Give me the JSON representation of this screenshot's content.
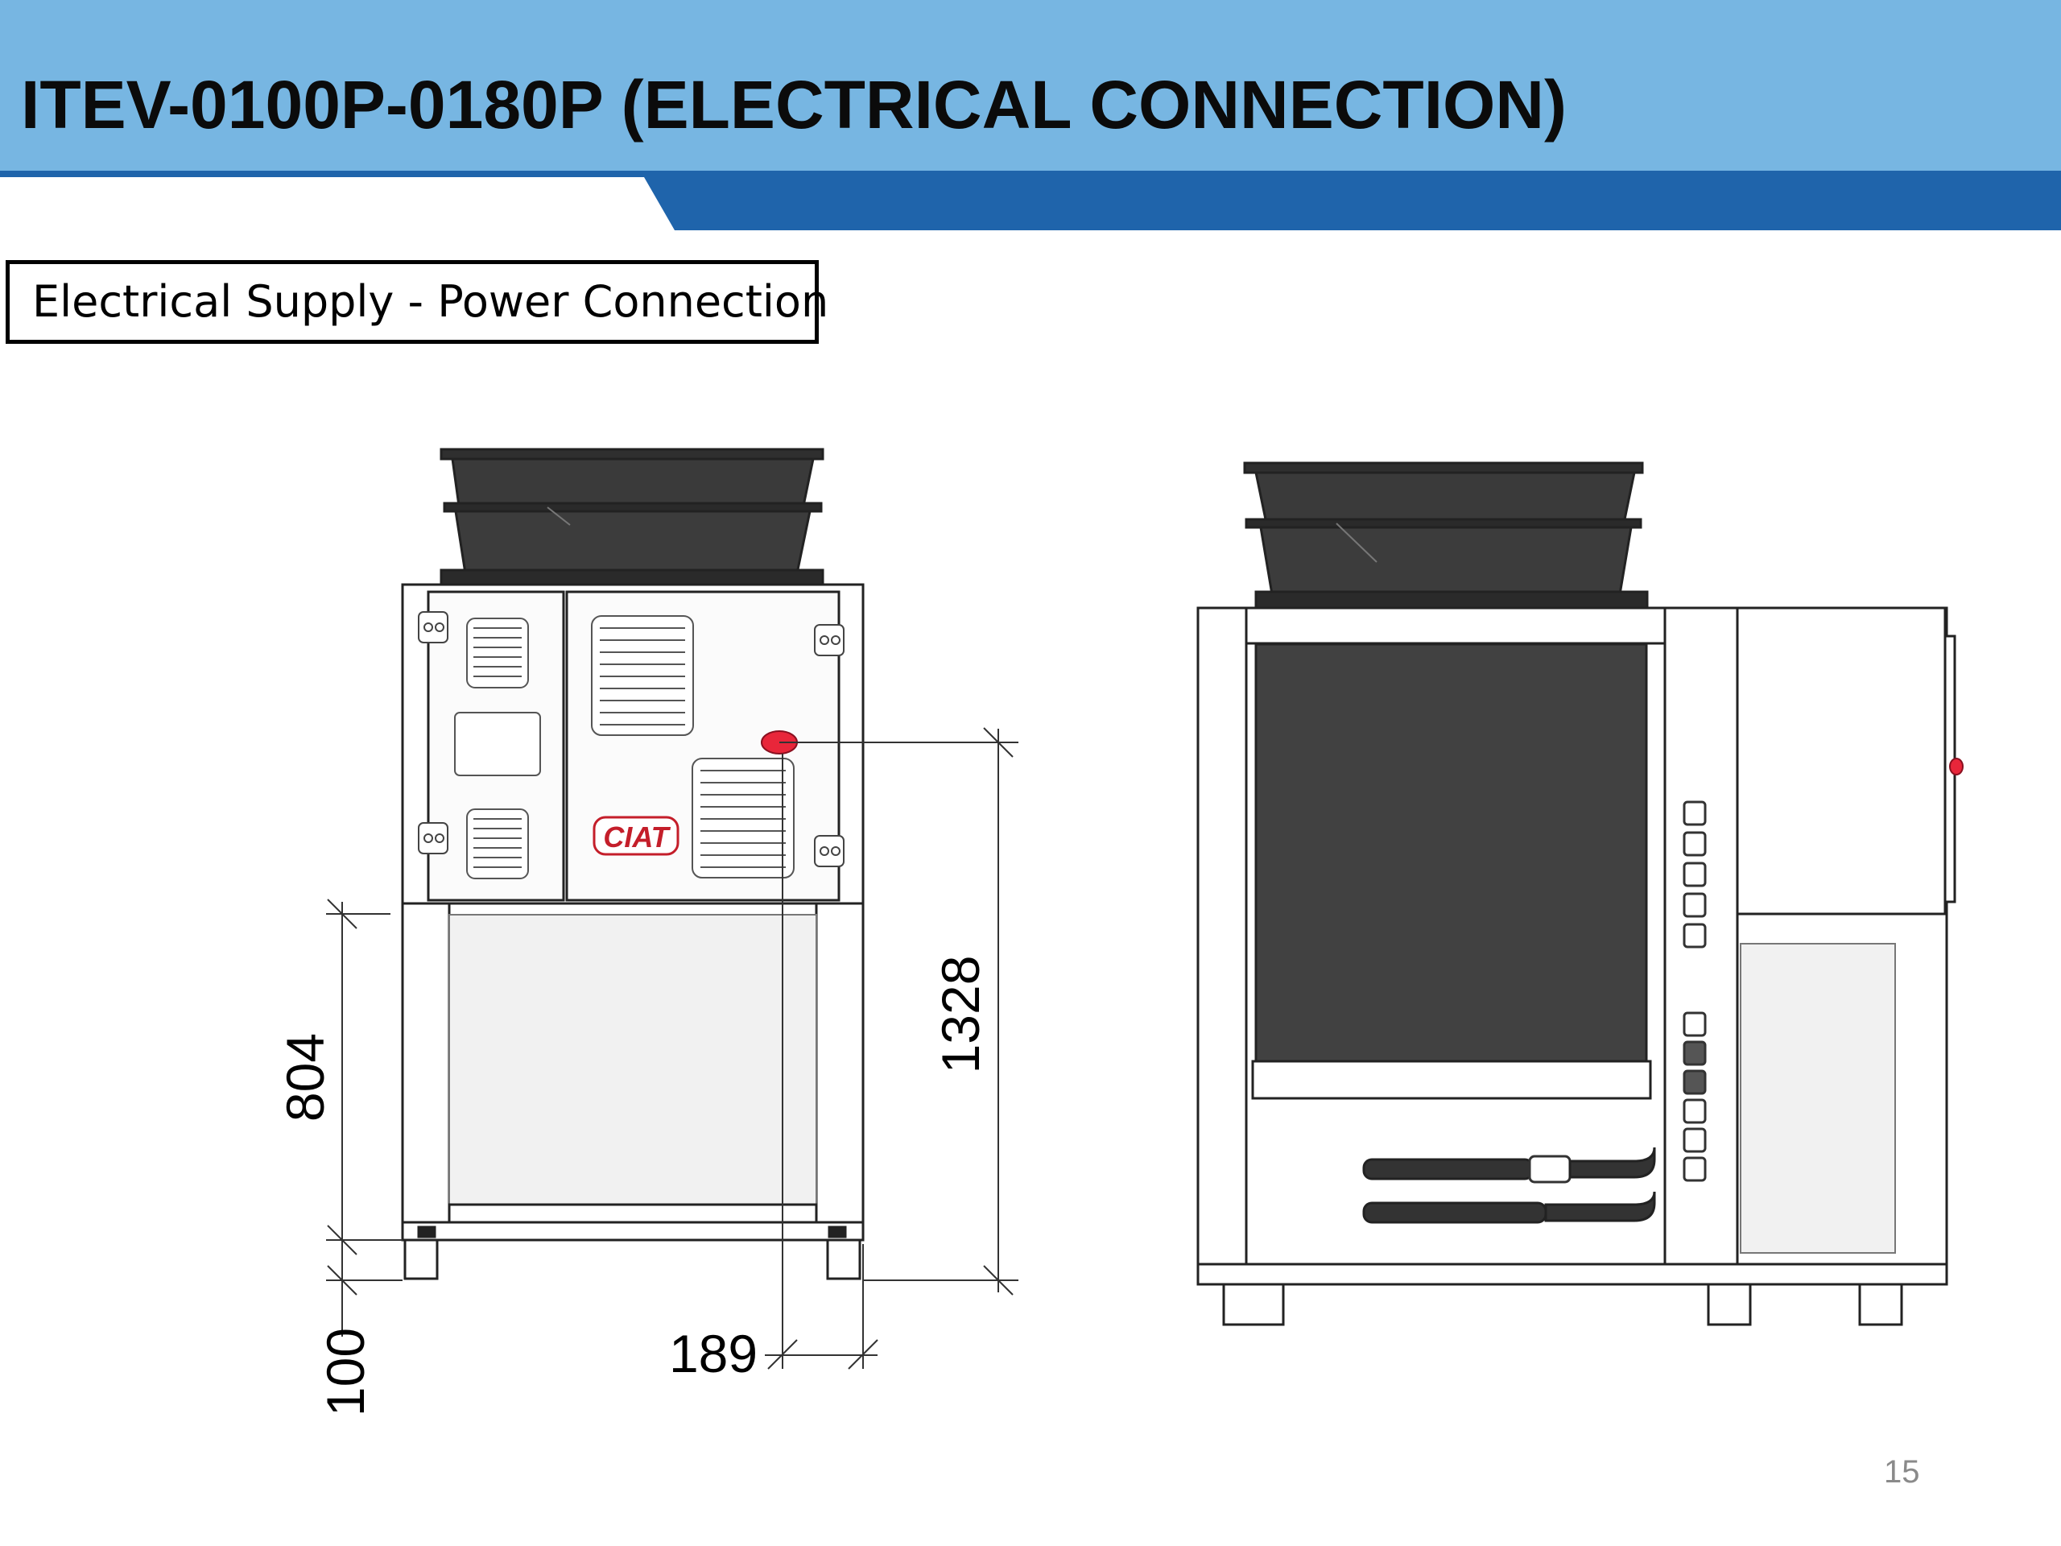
{
  "header": {
    "title": "ITEV-0100P-0180P (ELECTRICAL CONNECTION)",
    "band_color": "#77b6e2",
    "stripe_color": "#1f64ab"
  },
  "section_label": "Electrical Supply - Power Connection",
  "front_view": {
    "brand_logo": "CIAT",
    "connection_marker_color": "#e8263a",
    "dimensions": {
      "height_to_connection": "1328",
      "leg_to_panel_height": "804",
      "foot_height": "100",
      "side_offset": "189"
    }
  },
  "page_number": "15"
}
